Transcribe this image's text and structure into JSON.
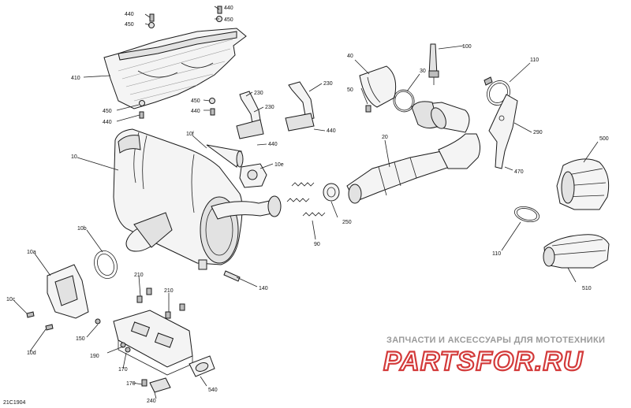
{
  "diagram": {
    "code": "21C1904",
    "watermark_text": "ЗАПЧАСТИ И АКСЕССУАРЫ ДЛЯ МОТОТЕХНИКИ",
    "watermark_logo": "PARTSFOR.RU",
    "callouts": [
      "440",
      "450",
      "440",
      "450",
      "410",
      "450",
      "440",
      "450",
      "440",
      "230",
      "230",
      "230",
      "440",
      "440",
      "40",
      "30",
      "50",
      "100",
      "110",
      "290",
      "470",
      "10f",
      "10e",
      "10",
      "20",
      "250",
      "90",
      "10b",
      "10a",
      "10c",
      "10d",
      "210",
      "210",
      "140",
      "150",
      "190",
      "170",
      "170",
      "240",
      "500",
      "110",
      "510",
      "540"
    ]
  }
}
